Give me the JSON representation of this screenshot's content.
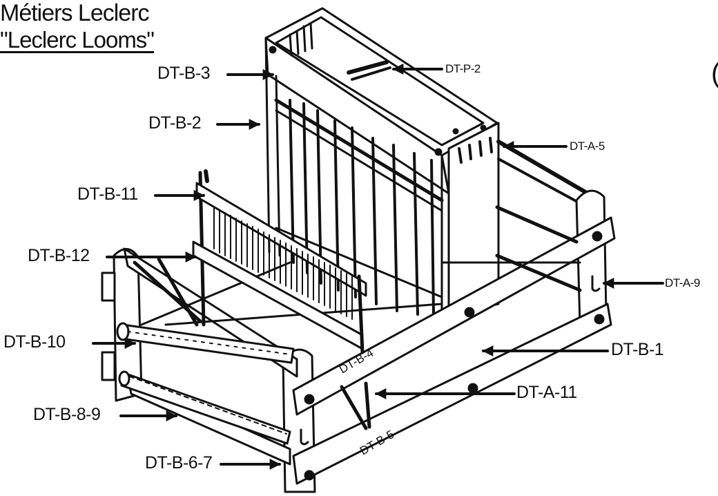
{
  "title": {
    "line1": "Métiers Leclerc",
    "line2": "\"Leclerc Looms\""
  },
  "callouts": {
    "dtb3": "DT-B-3",
    "dtb2": "DT-B-2",
    "dtb11": "DT-B-11",
    "dtb12": "DT-B-12",
    "dtb10": "DT-B-10",
    "dtb89": "DT-B-8-9",
    "dtb67": "DT-B-6-7",
    "dtp2": "DT-P-2",
    "dta5": "DT-A-5",
    "dta9": "DT-A-9",
    "dtb1": "DT-B-1",
    "dta11": "DT-A-11",
    "dtb4": "DT-B-4",
    "dtb5": "DT-B-5"
  }
}
